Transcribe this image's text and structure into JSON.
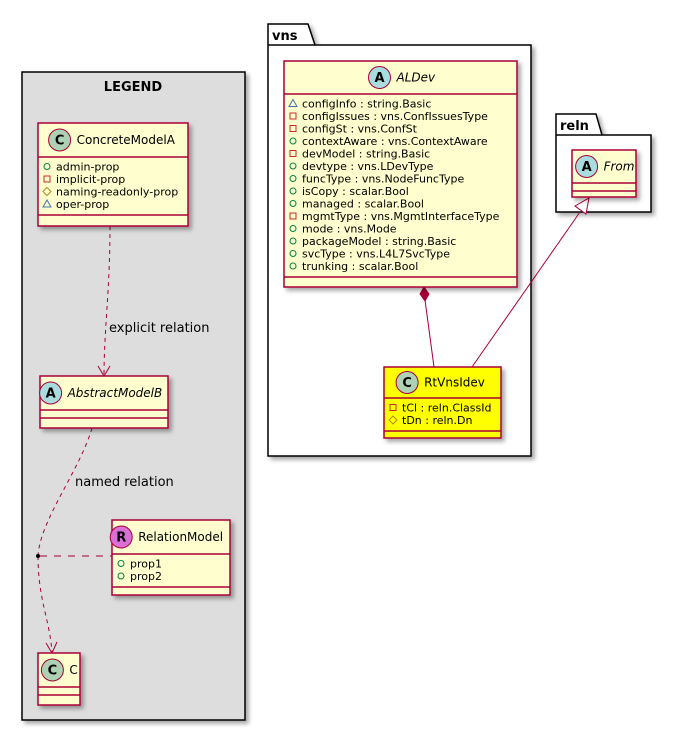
{
  "legend": {
    "title": "LEGEND",
    "concrete": {
      "stereo": "C",
      "name": "ConcreteModelA",
      "attrs": [
        {
          "vis": "+",
          "text": "admin-prop"
        },
        {
          "vis": "-",
          "text": "implicit-prop"
        },
        {
          "vis": "#",
          "text": "naming-readonly-prop"
        },
        {
          "vis": "~",
          "text": "oper-prop"
        }
      ]
    },
    "explicit_label": "explicit relation",
    "abstract": {
      "stereo": "A",
      "name": "AbstractModelB"
    },
    "named_label": "named relation",
    "relation": {
      "stereo": "R",
      "name": "RelationModel",
      "attrs": [
        {
          "vis": "+",
          "text": "prop1"
        },
        {
          "vis": "+",
          "text": "prop2"
        }
      ]
    },
    "c": {
      "stereo": "C",
      "name": "C"
    }
  },
  "vns": {
    "title": "vns",
    "aldev": {
      "stereo": "A",
      "name": "ALDev",
      "attrs": [
        {
          "vis": "~",
          "text": "configInfo : string.Basic"
        },
        {
          "vis": "-",
          "text": "configIssues : vns.ConfIssuesType"
        },
        {
          "vis": "-",
          "text": "configSt : vns.ConfSt"
        },
        {
          "vis": "+",
          "text": "contextAware : vns.ContextAware"
        },
        {
          "vis": "-",
          "text": "devModel : string.Basic"
        },
        {
          "vis": "+",
          "text": "devtype : vns.LDevType"
        },
        {
          "vis": "+",
          "text": "funcType : vns.NodeFuncType"
        },
        {
          "vis": "+",
          "text": "isCopy : scalar.Bool"
        },
        {
          "vis": "+",
          "text": "managed : scalar.Bool"
        },
        {
          "vis": "-",
          "text": "mgmtType : vns.MgmtInterfaceType"
        },
        {
          "vis": "+",
          "text": "mode : vns.Mode"
        },
        {
          "vis": "+",
          "text": "packageModel : string.Basic"
        },
        {
          "vis": "+",
          "text": "svcType : vns.L4L7SvcType"
        },
        {
          "vis": "+",
          "text": "trunking : scalar.Bool"
        }
      ]
    },
    "rtvnsldev": {
      "stereo": "C",
      "name": "RtVnsIdev",
      "attrs": [
        {
          "vis": "-",
          "text": "tCl : reln.ClassId"
        },
        {
          "vis": "#",
          "text": "tDn : reln.Dn"
        }
      ]
    }
  },
  "reln": {
    "title": "reln",
    "from": {
      "stereo": "A",
      "name": "From"
    }
  },
  "colors": {
    "class_fill": "#FEFECE",
    "class_border": "#A80036",
    "highlight_fill": "#FFFF00",
    "legend_fill": "#DDDDDD",
    "circle_c": "#ADD1B2",
    "circle_a": "#A9DCDF",
    "circle_r": "#DA70D6",
    "vis_private": "#C82930",
    "vis_public": "#84BE84",
    "vis_protected": "#FFFF44",
    "vis_package": "#4177AF"
  }
}
